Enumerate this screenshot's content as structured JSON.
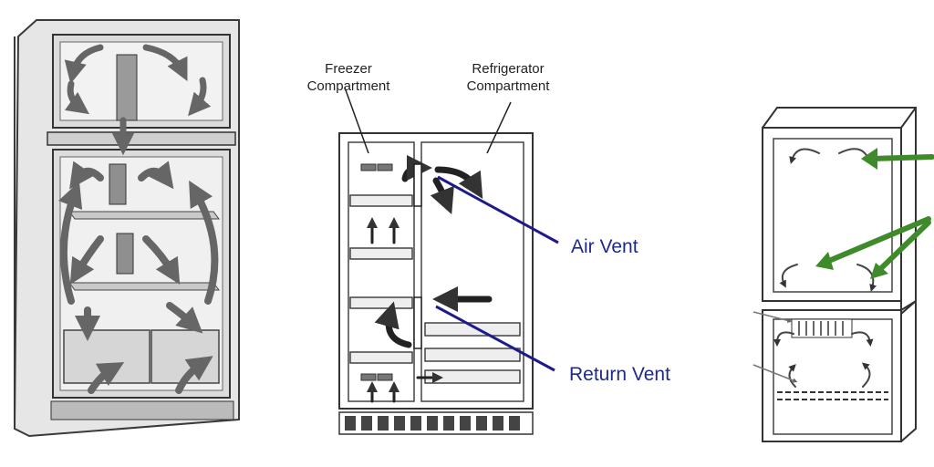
{
  "labels": {
    "freezer_line1": "Freezer",
    "freezer_line2": "Compartment",
    "refrigerator_line1": "Refrigerator",
    "refrigerator_line2": "Compartment",
    "air_vent": "Air Vent",
    "return_vent": "Return Vent"
  },
  "colors": {
    "pointer_line": "#1f1a8c",
    "label_text": "#1f2a8a",
    "green_arrow": "#3f8a2a",
    "airflow_arrow": "#555555",
    "outline": "#2b2b2b",
    "cabinet_fill": "#e9e9e9"
  }
}
